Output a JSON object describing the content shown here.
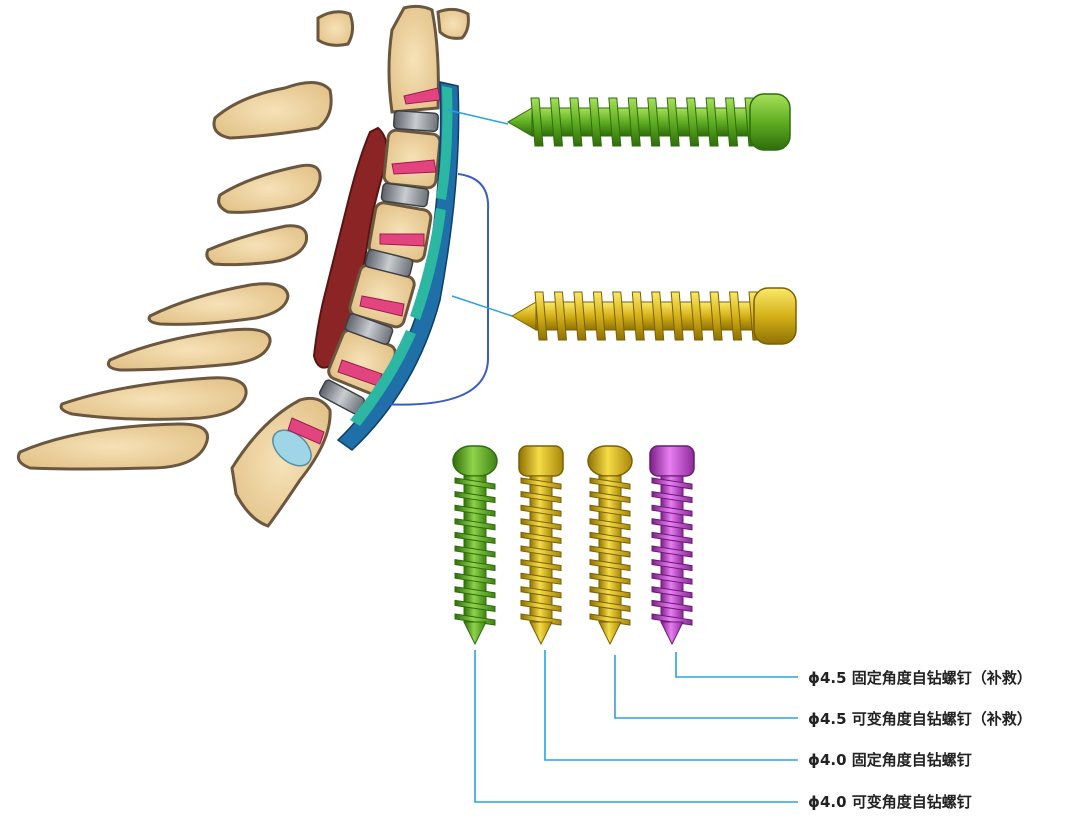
{
  "labels": [
    "ɸ4.5 固定角度自钻螺钉（补救）",
    "ɸ4.5 可变角度自钻螺钉（补救）",
    "ɸ4.0 固定角度自钻螺钉",
    "ɸ4.0 可变角度自钻螺钉"
  ],
  "colors": {
    "green": "#6cb52d",
    "gold": "#d6b317",
    "gold_light": "#e6c62c",
    "magenta": "#c44fd0",
    "leader": "#29a3e0",
    "bone": "#f1d9a8",
    "bone_outline": "#6b5740",
    "disc": "#8a8f96",
    "ligament": "#8b2525",
    "plate": "#2bb7a2",
    "plate_dark": "#1f6fa8",
    "screw_pink": "#e2447f",
    "bracket": "#3b5cc4"
  }
}
